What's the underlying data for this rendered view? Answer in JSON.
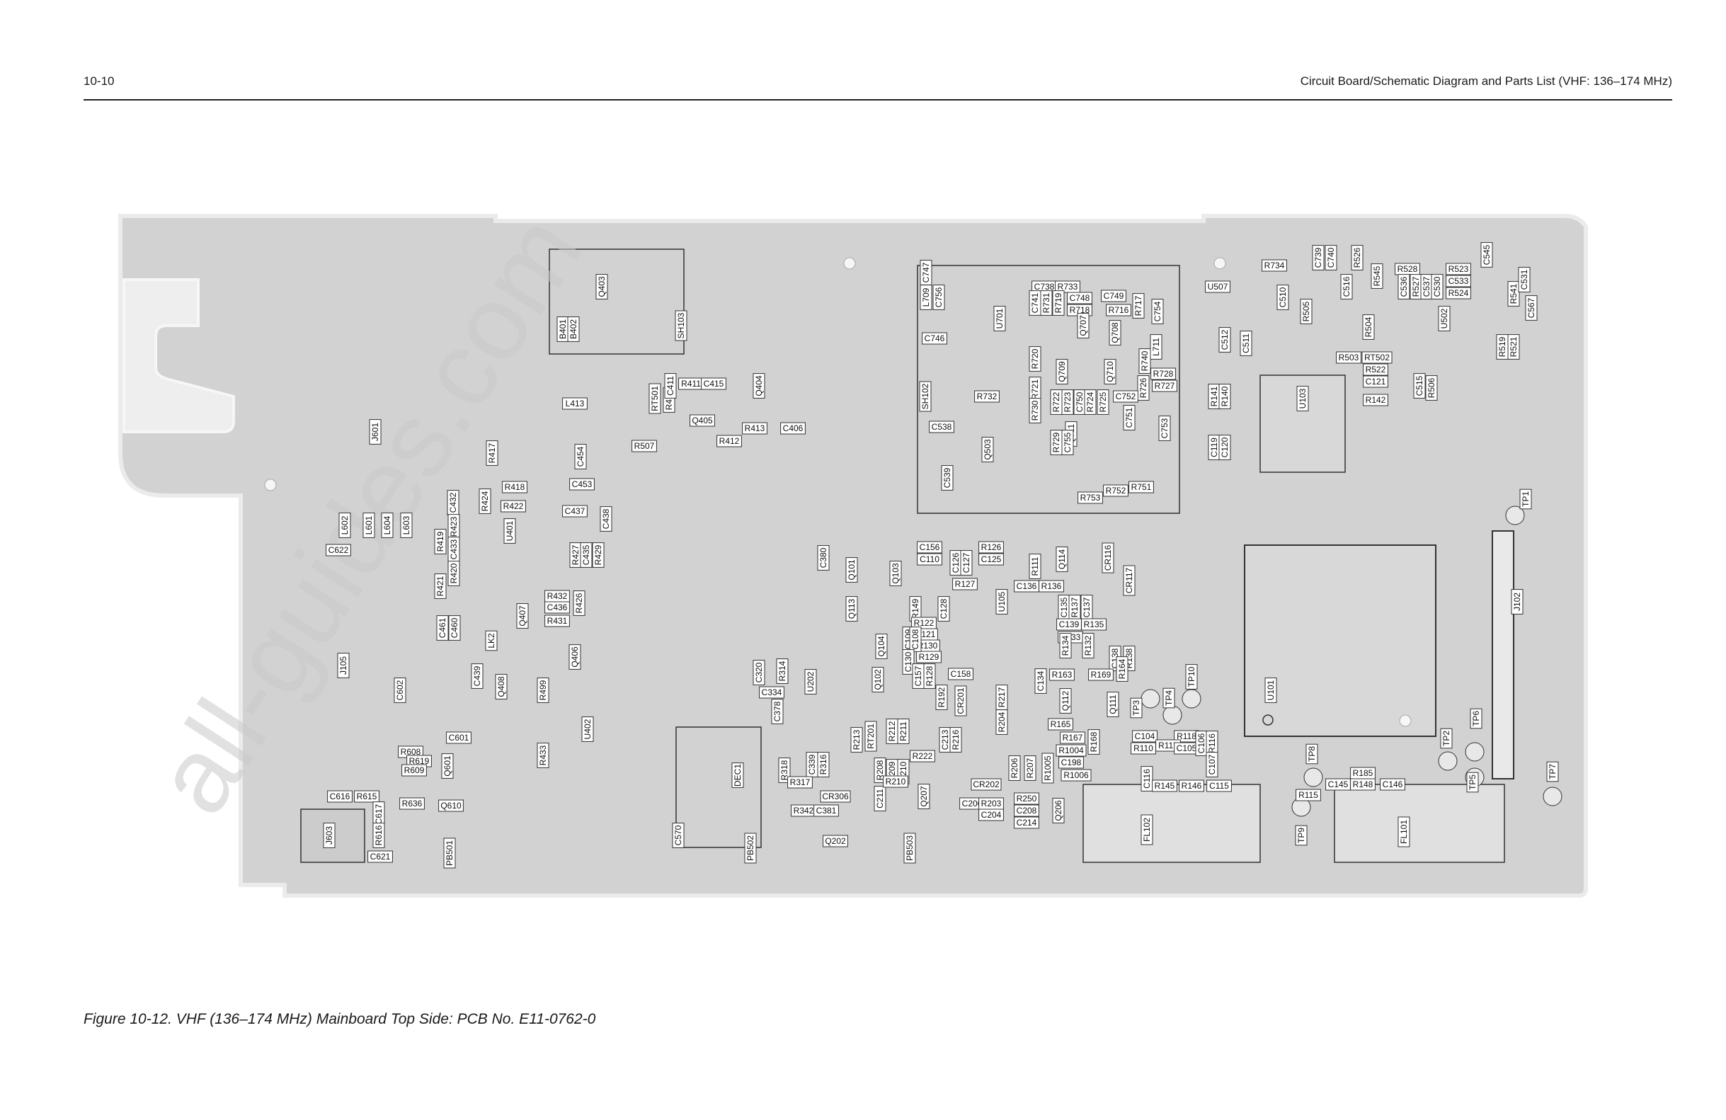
{
  "header": {
    "page_number": "10-10",
    "section_title": "Circuit Board/Schematic Diagram and Parts List (VHF: 136–174 MHz)"
  },
  "caption": "Figure 10-12. VHF (136–174 MHz) Mainboard Top Side: PCB No. E11-0762-0",
  "watermark": "all-guides.com",
  "colors": {
    "board": "#d2d2d2",
    "board_edge": "#ebebeb",
    "traces": "#f4f4f4",
    "silkscreen": "#3a3a3a",
    "label_bg": "#ffffff"
  },
  "components": [
    {
      "ref": "J601",
      "rot": -90
    },
    {
      "ref": "L602",
      "rot": -90
    },
    {
      "ref": "L601",
      "rot": -90
    },
    {
      "ref": "L604",
      "rot": -90
    },
    {
      "ref": "L603",
      "rot": -90
    },
    {
      "ref": "C622",
      "rot": 0
    },
    {
      "ref": "J105",
      "rot": -90
    },
    {
      "ref": "C602",
      "rot": -90
    },
    {
      "ref": "C601",
      "rot": 0
    },
    {
      "ref": "R608",
      "rot": 0
    },
    {
      "ref": "R619",
      "rot": 0
    },
    {
      "ref": "R609",
      "rot": 0
    },
    {
      "ref": "Q601",
      "rot": -90
    },
    {
      "ref": "C616",
      "rot": 0
    },
    {
      "ref": "R615",
      "rot": 0
    },
    {
      "ref": "R636",
      "rot": 0
    },
    {
      "ref": "Q610",
      "rot": 0
    },
    {
      "ref": "C617",
      "rot": -90
    },
    {
      "ref": "R616",
      "rot": -90
    },
    {
      "ref": "C621",
      "rot": 0
    },
    {
      "ref": "J603",
      "rot": -90
    },
    {
      "ref": "PB501",
      "rot": -90
    },
    {
      "ref": "R417",
      "rot": -90
    },
    {
      "ref": "R424",
      "rot": -90
    },
    {
      "ref": "R418",
      "rot": 0
    },
    {
      "ref": "R422",
      "rot": 0
    },
    {
      "ref": "C432",
      "rot": -90
    },
    {
      "ref": "R423",
      "rot": -90
    },
    {
      "ref": "C433",
      "rot": -90
    },
    {
      "ref": "R420",
      "rot": -90
    },
    {
      "ref": "R419",
      "rot": -90
    },
    {
      "ref": "R421",
      "rot": -90
    },
    {
      "ref": "U401",
      "rot": -90
    },
    {
      "ref": "C461",
      "rot": -90
    },
    {
      "ref": "C460",
      "rot": -90
    },
    {
      "ref": "R432",
      "rot": 0
    },
    {
      "ref": "C436",
      "rot": 0
    },
    {
      "ref": "R426",
      "rot": -90
    },
    {
      "ref": "R431",
      "rot": 0
    },
    {
      "ref": "Q407",
      "rot": -90
    },
    {
      "ref": "LK2",
      "rot": -90
    },
    {
      "ref": "C439",
      "rot": -90
    },
    {
      "ref": "Q408",
      "rot": -90
    },
    {
      "ref": "R499",
      "rot": -90
    },
    {
      "ref": "Q406",
      "rot": -90
    },
    {
      "ref": "U402",
      "rot": -90
    },
    {
      "ref": "R433",
      "rot": -90
    },
    {
      "ref": "C437",
      "rot": 0
    },
    {
      "ref": "C438",
      "rot": -90
    },
    {
      "ref": "R427",
      "rot": -90
    },
    {
      "ref": "C435",
      "rot": -90
    },
    {
      "ref": "R429",
      "rot": -90
    },
    {
      "ref": "L413",
      "rot": 0
    },
    {
      "ref": "C454",
      "rot": -90
    },
    {
      "ref": "C453",
      "rot": 0
    },
    {
      "ref": "R507",
      "rot": 0
    },
    {
      "ref": "Q403",
      "rot": -90
    },
    {
      "ref": "B401",
      "rot": -90
    },
    {
      "ref": "B402",
      "rot": -90
    },
    {
      "ref": "SH103",
      "rot": -90
    },
    {
      "ref": "RT501",
      "rot": -90
    },
    {
      "ref": "R414",
      "rot": -90
    },
    {
      "ref": "C411",
      "rot": -90
    },
    {
      "ref": "R411",
      "rot": 0
    },
    {
      "ref": "C415",
      "rot": 0
    },
    {
      "ref": "Q405",
      "rot": 0
    },
    {
      "ref": "Q404",
      "rot": -90
    },
    {
      "ref": "R413",
      "rot": 0
    },
    {
      "ref": "C406",
      "rot": 0
    },
    {
      "ref": "R412",
      "rot": 0
    },
    {
      "ref": "C380",
      "rot": -90
    },
    {
      "ref": "Q101",
      "rot": -90
    },
    {
      "ref": "Q103",
      "rot": -90
    },
    {
      "ref": "C156",
      "rot": 0
    },
    {
      "ref": "C110",
      "rot": 0
    },
    {
      "ref": "C126",
      "rot": -90
    },
    {
      "ref": "C127",
      "rot": -90
    },
    {
      "ref": "R126",
      "rot": 0
    },
    {
      "ref": "C125",
      "rot": 0
    },
    {
      "ref": "R127",
      "rot": 0
    },
    {
      "ref": "Q113",
      "rot": -90
    },
    {
      "ref": "R149",
      "rot": -90
    },
    {
      "ref": "C128",
      "rot": -90
    },
    {
      "ref": "R122",
      "rot": 0
    },
    {
      "ref": "R121",
      "rot": 0
    },
    {
      "ref": "R130",
      "rot": 0
    },
    {
      "ref": "R129",
      "rot": 0
    },
    {
      "ref": "C109",
      "rot": -90
    },
    {
      "ref": "C108",
      "rot": -90
    },
    {
      "ref": "Q104",
      "rot": -90
    },
    {
      "ref": "C130",
      "rot": -90
    },
    {
      "ref": "R128",
      "rot": -90
    },
    {
      "ref": "C157",
      "rot": -90
    },
    {
      "ref": "R192",
      "rot": -90
    },
    {
      "ref": "Q102",
      "rot": -90
    },
    {
      "ref": "C158",
      "rot": 0
    },
    {
      "ref": "CR201",
      "rot": -90
    },
    {
      "ref": "R217",
      "rot": -90
    },
    {
      "ref": "R204",
      "rot": -90
    },
    {
      "ref": "U105",
      "rot": -90
    },
    {
      "ref": "R111",
      "rot": -90
    },
    {
      "ref": "C136",
      "rot": 0
    },
    {
      "ref": "R136",
      "rot": 0
    },
    {
      "ref": "Q114",
      "rot": -90
    },
    {
      "ref": "CR116",
      "rot": -90
    },
    {
      "ref": "CR117",
      "rot": -90
    },
    {
      "ref": "C135",
      "rot": -90
    },
    {
      "ref": "R137",
      "rot": -90
    },
    {
      "ref": "C137",
      "rot": -90
    },
    {
      "ref": "C139",
      "rot": 0
    },
    {
      "ref": "R135",
      "rot": 0
    },
    {
      "ref": "R133",
      "rot": 0
    },
    {
      "ref": "R134",
      "rot": -90
    },
    {
      "ref": "R132",
      "rot": -90
    },
    {
      "ref": "C138",
      "rot": -90
    },
    {
      "ref": "R138",
      "rot": -90
    },
    {
      "ref": "C134",
      "rot": -90
    },
    {
      "ref": "R163",
      "rot": 0
    },
    {
      "ref": "R169",
      "rot": 0
    },
    {
      "ref": "R164",
      "rot": -90
    },
    {
      "ref": "Q112",
      "rot": -90
    },
    {
      "ref": "Q111",
      "rot": -90
    },
    {
      "ref": "R165",
      "rot": 0
    },
    {
      "ref": "R167",
      "rot": 0
    },
    {
      "ref": "R1004",
      "rot": 0
    },
    {
      "ref": "R168",
      "rot": -90
    },
    {
      "ref": "C198",
      "rot": 0
    },
    {
      "ref": "R1005",
      "rot": -90
    },
    {
      "ref": "R1006",
      "rot": 0
    },
    {
      "ref": "R206",
      "rot": -90
    },
    {
      "ref": "R207",
      "rot": -90
    },
    {
      "ref": "R250",
      "rot": 0
    },
    {
      "ref": "C208",
      "rot": 0
    },
    {
      "ref": "C214",
      "rot": 0
    },
    {
      "ref": "Q206",
      "rot": -90
    },
    {
      "ref": "C213",
      "rot": -90
    },
    {
      "ref": "R216",
      "rot": -90
    },
    {
      "ref": "CR202",
      "rot": 0
    },
    {
      "ref": "C206",
      "rot": 0
    },
    {
      "ref": "R203",
      "rot": 0
    },
    {
      "ref": "C204",
      "rot": 0
    },
    {
      "ref": "R222",
      "rot": 0
    },
    {
      "ref": "Q207",
      "rot": -90
    },
    {
      "ref": "R213",
      "rot": -90
    },
    {
      "ref": "RT201",
      "rot": -90
    },
    {
      "ref": "R212",
      "rot": -90
    },
    {
      "ref": "R211",
      "rot": -90
    },
    {
      "ref": "C209",
      "rot": -90
    },
    {
      "ref": "C210",
      "rot": -90
    },
    {
      "ref": "R208",
      "rot": -90
    },
    {
      "ref": "C211",
      "rot": -90
    },
    {
      "ref": "R210",
      "rot": 0
    },
    {
      "ref": "C320",
      "rot": -90
    },
    {
      "ref": "R314",
      "rot": -90
    },
    {
      "ref": "C334",
      "rot": 0
    },
    {
      "ref": "U202",
      "rot": -90
    },
    {
      "ref": "C378",
      "rot": -90
    },
    {
      "ref": "R318",
      "rot": -90
    },
    {
      "ref": "C339",
      "rot": -90
    },
    {
      "ref": "R316",
      "rot": -90
    },
    {
      "ref": "R317",
      "rot": 0
    },
    {
      "ref": "CR306",
      "rot": 0
    },
    {
      "ref": "R342",
      "rot": 0
    },
    {
      "ref": "C381",
      "rot": 0
    },
    {
      "ref": "DEC1",
      "rot": -90
    },
    {
      "ref": "C570",
      "rot": -90
    },
    {
      "ref": "PB502",
      "rot": -90
    },
    {
      "ref": "Q202",
      "rot": 0
    },
    {
      "ref": "PB503",
      "rot": -90
    },
    {
      "ref": "SH102",
      "rot": -90
    },
    {
      "ref": "L709",
      "rot": -90
    },
    {
      "ref": "C747",
      "rot": -90
    },
    {
      "ref": "C756",
      "rot": -90
    },
    {
      "ref": "C746",
      "rot": 0
    },
    {
      "ref": "U701",
      "rot": -90
    },
    {
      "ref": "C738",
      "rot": 0
    },
    {
      "ref": "R733",
      "rot": 0
    },
    {
      "ref": "C741",
      "rot": -90
    },
    {
      "ref": "R731",
      "rot": -90
    },
    {
      "ref": "R719",
      "rot": -90
    },
    {
      "ref": "C748",
      "rot": 0
    },
    {
      "ref": "R718",
      "rot": 0
    },
    {
      "ref": "C749",
      "rot": 0
    },
    {
      "ref": "R716",
      "rot": 0
    },
    {
      "ref": "R717",
      "rot": -90
    },
    {
      "ref": "C754",
      "rot": -90
    },
    {
      "ref": "Q707",
      "rot": -90
    },
    {
      "ref": "Q708",
      "rot": -90
    },
    {
      "ref": "R720",
      "rot": -90
    },
    {
      "ref": "Q709",
      "rot": -90
    },
    {
      "ref": "Q710",
      "rot": -90
    },
    {
      "ref": "L711",
      "rot": -90
    },
    {
      "ref": "R740",
      "rot": -90
    },
    {
      "ref": "R728",
      "rot": 0
    },
    {
      "ref": "R727",
      "rot": 0
    },
    {
      "ref": "R726",
      "rot": -90
    },
    {
      "ref": "R732",
      "rot": 0
    },
    {
      "ref": "R721",
      "rot": -90
    },
    {
      "ref": "R730",
      "rot": -90
    },
    {
      "ref": "R722",
      "rot": -90
    },
    {
      "ref": "R723",
      "rot": -90
    },
    {
      "ref": "C750",
      "rot": -90
    },
    {
      "ref": "R724",
      "rot": -90
    },
    {
      "ref": "R725",
      "rot": -90
    },
    {
      "ref": "C752",
      "rot": 0
    },
    {
      "ref": "C751",
      "rot": -90
    },
    {
      "ref": "C753",
      "rot": -90
    },
    {
      "ref": "Q711",
      "rot": -90
    },
    {
      "ref": "R729",
      "rot": -90
    },
    {
      "ref": "C755",
      "rot": -90
    },
    {
      "ref": "C538",
      "rot": 0
    },
    {
      "ref": "Q503",
      "rot": -90
    },
    {
      "ref": "C539",
      "rot": -90
    },
    {
      "ref": "R753",
      "rot": 0
    },
    {
      "ref": "R752",
      "rot": 0
    },
    {
      "ref": "R751",
      "rot": 0
    },
    {
      "ref": "U507",
      "rot": 0
    },
    {
      "ref": "R734",
      "rot": 0
    },
    {
      "ref": "C739",
      "rot": -90
    },
    {
      "ref": "C740",
      "rot": -90
    },
    {
      "ref": "R526",
      "rot": -90
    },
    {
      "ref": "C516",
      "rot": -90
    },
    {
      "ref": "R545",
      "rot": -90
    },
    {
      "ref": "C510",
      "rot": -90
    },
    {
      "ref": "R505",
      "rot": -90
    },
    {
      "ref": "R504",
      "rot": -90
    },
    {
      "ref": "C512",
      "rot": -90
    },
    {
      "ref": "C511",
      "rot": -90
    },
    {
      "ref": "R503",
      "rot": 0
    },
    {
      "ref": "RT502",
      "rot": 0
    },
    {
      "ref": "R522",
      "rot": 0
    },
    {
      "ref": "C121",
      "rot": 0
    },
    {
      "ref": "R142",
      "rot": 0
    },
    {
      "ref": "R141",
      "rot": -90
    },
    {
      "ref": "R140",
      "rot": -90
    },
    {
      "ref": "U103",
      "rot": -90
    },
    {
      "ref": "C119",
      "rot": -90
    },
    {
      "ref": "C120",
      "rot": -90
    },
    {
      "ref": "R528",
      "rot": 0
    },
    {
      "ref": "C536",
      "rot": -90
    },
    {
      "ref": "R527",
      "rot": -90
    },
    {
      "ref": "C537",
      "rot": -90
    },
    {
      "ref": "C530",
      "rot": -90
    },
    {
      "ref": "R523",
      "rot": 0
    },
    {
      "ref": "C533",
      "rot": 0
    },
    {
      "ref": "R524",
      "rot": 0
    },
    {
      "ref": "U502",
      "rot": -90
    },
    {
      "ref": "C545",
      "rot": -90
    },
    {
      "ref": "R541",
      "rot": -90
    },
    {
      "ref": "C531",
      "rot": -90
    },
    {
      "ref": "C567",
      "rot": -90
    },
    {
      "ref": "R519",
      "rot": -90
    },
    {
      "ref": "R521",
      "rot": -90
    },
    {
      "ref": "C515",
      "rot": -90
    },
    {
      "ref": "R506",
      "rot": -90
    },
    {
      "ref": "TP1",
      "rot": -90
    },
    {
      "ref": "J102",
      "rot": -90
    },
    {
      "ref": "U101",
      "rot": -90
    },
    {
      "ref": "TP3",
      "rot": -90
    },
    {
      "ref": "TP4",
      "rot": -90
    },
    {
      "ref": "TP10",
      "rot": -90
    },
    {
      "ref": "C104",
      "rot": 0
    },
    {
      "ref": "R118",
      "rot": 0
    },
    {
      "ref": "R110",
      "rot": 0
    },
    {
      "ref": "R117",
      "rot": 0
    },
    {
      "ref": "C105",
      "rot": 0
    },
    {
      "ref": "C106",
      "rot": -90
    },
    {
      "ref": "R116",
      "rot": -90
    },
    {
      "ref": "C107",
      "rot": -90
    },
    {
      "ref": "C116",
      "rot": -90
    },
    {
      "ref": "R145",
      "rot": 0
    },
    {
      "ref": "R146",
      "rot": 0
    },
    {
      "ref": "C115",
      "rot": 0
    },
    {
      "ref": "FL102",
      "rot": -90
    },
    {
      "ref": "TP8",
      "rot": -90
    },
    {
      "ref": "R115",
      "rot": 0
    },
    {
      "ref": "TP9",
      "rot": -90
    },
    {
      "ref": "R185",
      "rot": 0
    },
    {
      "ref": "C145",
      "rot": 0
    },
    {
      "ref": "R148",
      "rot": 0
    },
    {
      "ref": "C146",
      "rot": 0
    },
    {
      "ref": "FL101",
      "rot": -90
    },
    {
      "ref": "TP2",
      "rot": -90
    },
    {
      "ref": "TP6",
      "rot": -90
    },
    {
      "ref": "TP5",
      "rot": -90
    },
    {
      "ref": "TP7",
      "rot": -90
    }
  ]
}
